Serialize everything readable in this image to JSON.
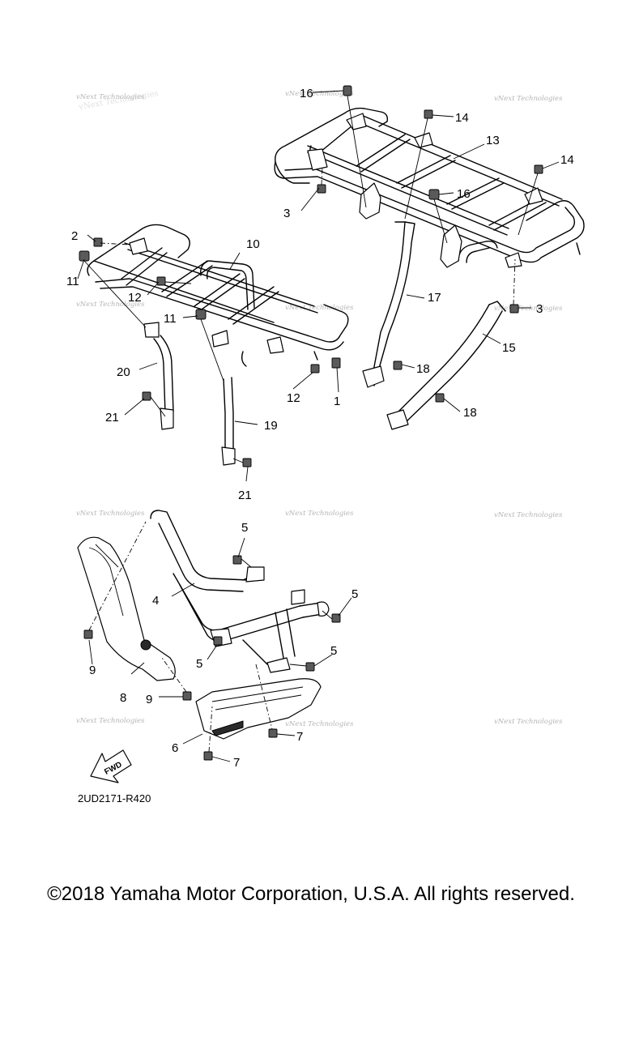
{
  "diagram": {
    "code": "2UD2171-R420",
    "watermark": "vNext Technologies",
    "fwd_label": "FWD",
    "callouts": [
      "1",
      "2",
      "3",
      "4",
      "5",
      "6",
      "7",
      "8",
      "9",
      "11",
      "12",
      "13",
      "14",
      "15",
      "16",
      "17",
      "18",
      "19",
      "20",
      "21",
      "10"
    ]
  },
  "footer": {
    "copyright": "©2018 Yamaha Motor Corporation, U.S.A. All rights reserved."
  }
}
